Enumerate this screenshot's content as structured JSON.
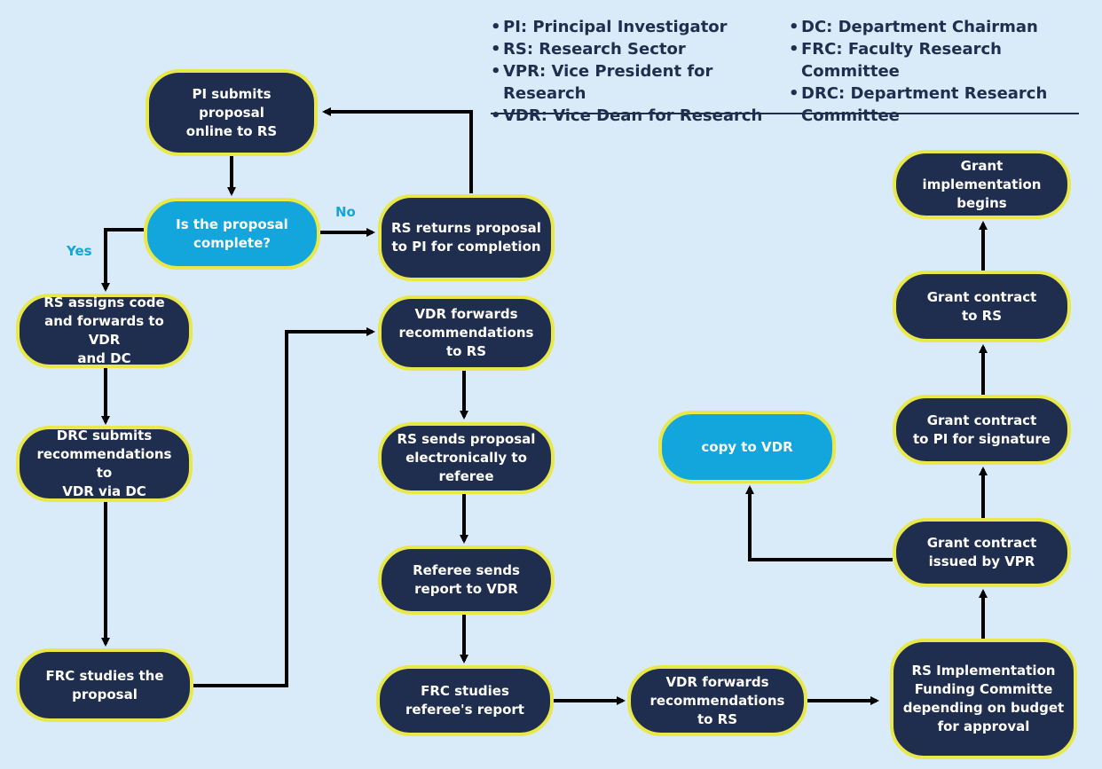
{
  "legend": [
    "PI: Principal Investigator",
    "RS: Research Sector",
    "VPR: Vice President for  Research",
    "VDR: Vice Dean for Research",
    "DC: Department Chairman",
    "FRC: Faculty Research Committee",
    "DRC: Department Research\nCommittee"
  ],
  "nodes": {
    "pi_submits": "PI submits proposal\nonline to RS",
    "is_complete": "Is the proposal\ncomplete?",
    "rs_returns": "RS returns proposal\nto PI for completion",
    "rs_assigns": "RS assigns code\nand forwards to VDR\nand DC",
    "drc_submits": "DRC submits\nrecommendations to\nVDR via DC",
    "frc_studies": "FRC studies the\nproposal",
    "vdr_forwards_1": "VDR forwards\nrecommendations\nto RS",
    "rs_sends": "RS sends proposal\nelectronically to\nreferee",
    "referee_sends": "Referee sends\nreport to VDR",
    "frc_referee": "FRC studies\nreferee's report",
    "vdr_forwards_2": "VDR forwards\nrecommendations\nto RS",
    "rs_committee": "RS Implementation\nFunding Committe\ndepending on budget\nfor approval",
    "issued_vpr": "Grant contract\nissued by VPR",
    "copy_vdr": "copy to VDR",
    "contract_pi": "Grant contract\nto PI for signature",
    "contract_rs": "Grant contract\nto RS",
    "implementation": "Grant\nimplementation\nbegins"
  },
  "labels": {
    "yes": "Yes",
    "no": "No"
  },
  "colors": {
    "background": "#d9ebf8",
    "node_fill": "#1f2d4f",
    "decision_fill": "#12a6dc",
    "border": "#e8e84a",
    "text": "#ffffff",
    "arrow": "#000000",
    "label": "#12a6dc"
  }
}
